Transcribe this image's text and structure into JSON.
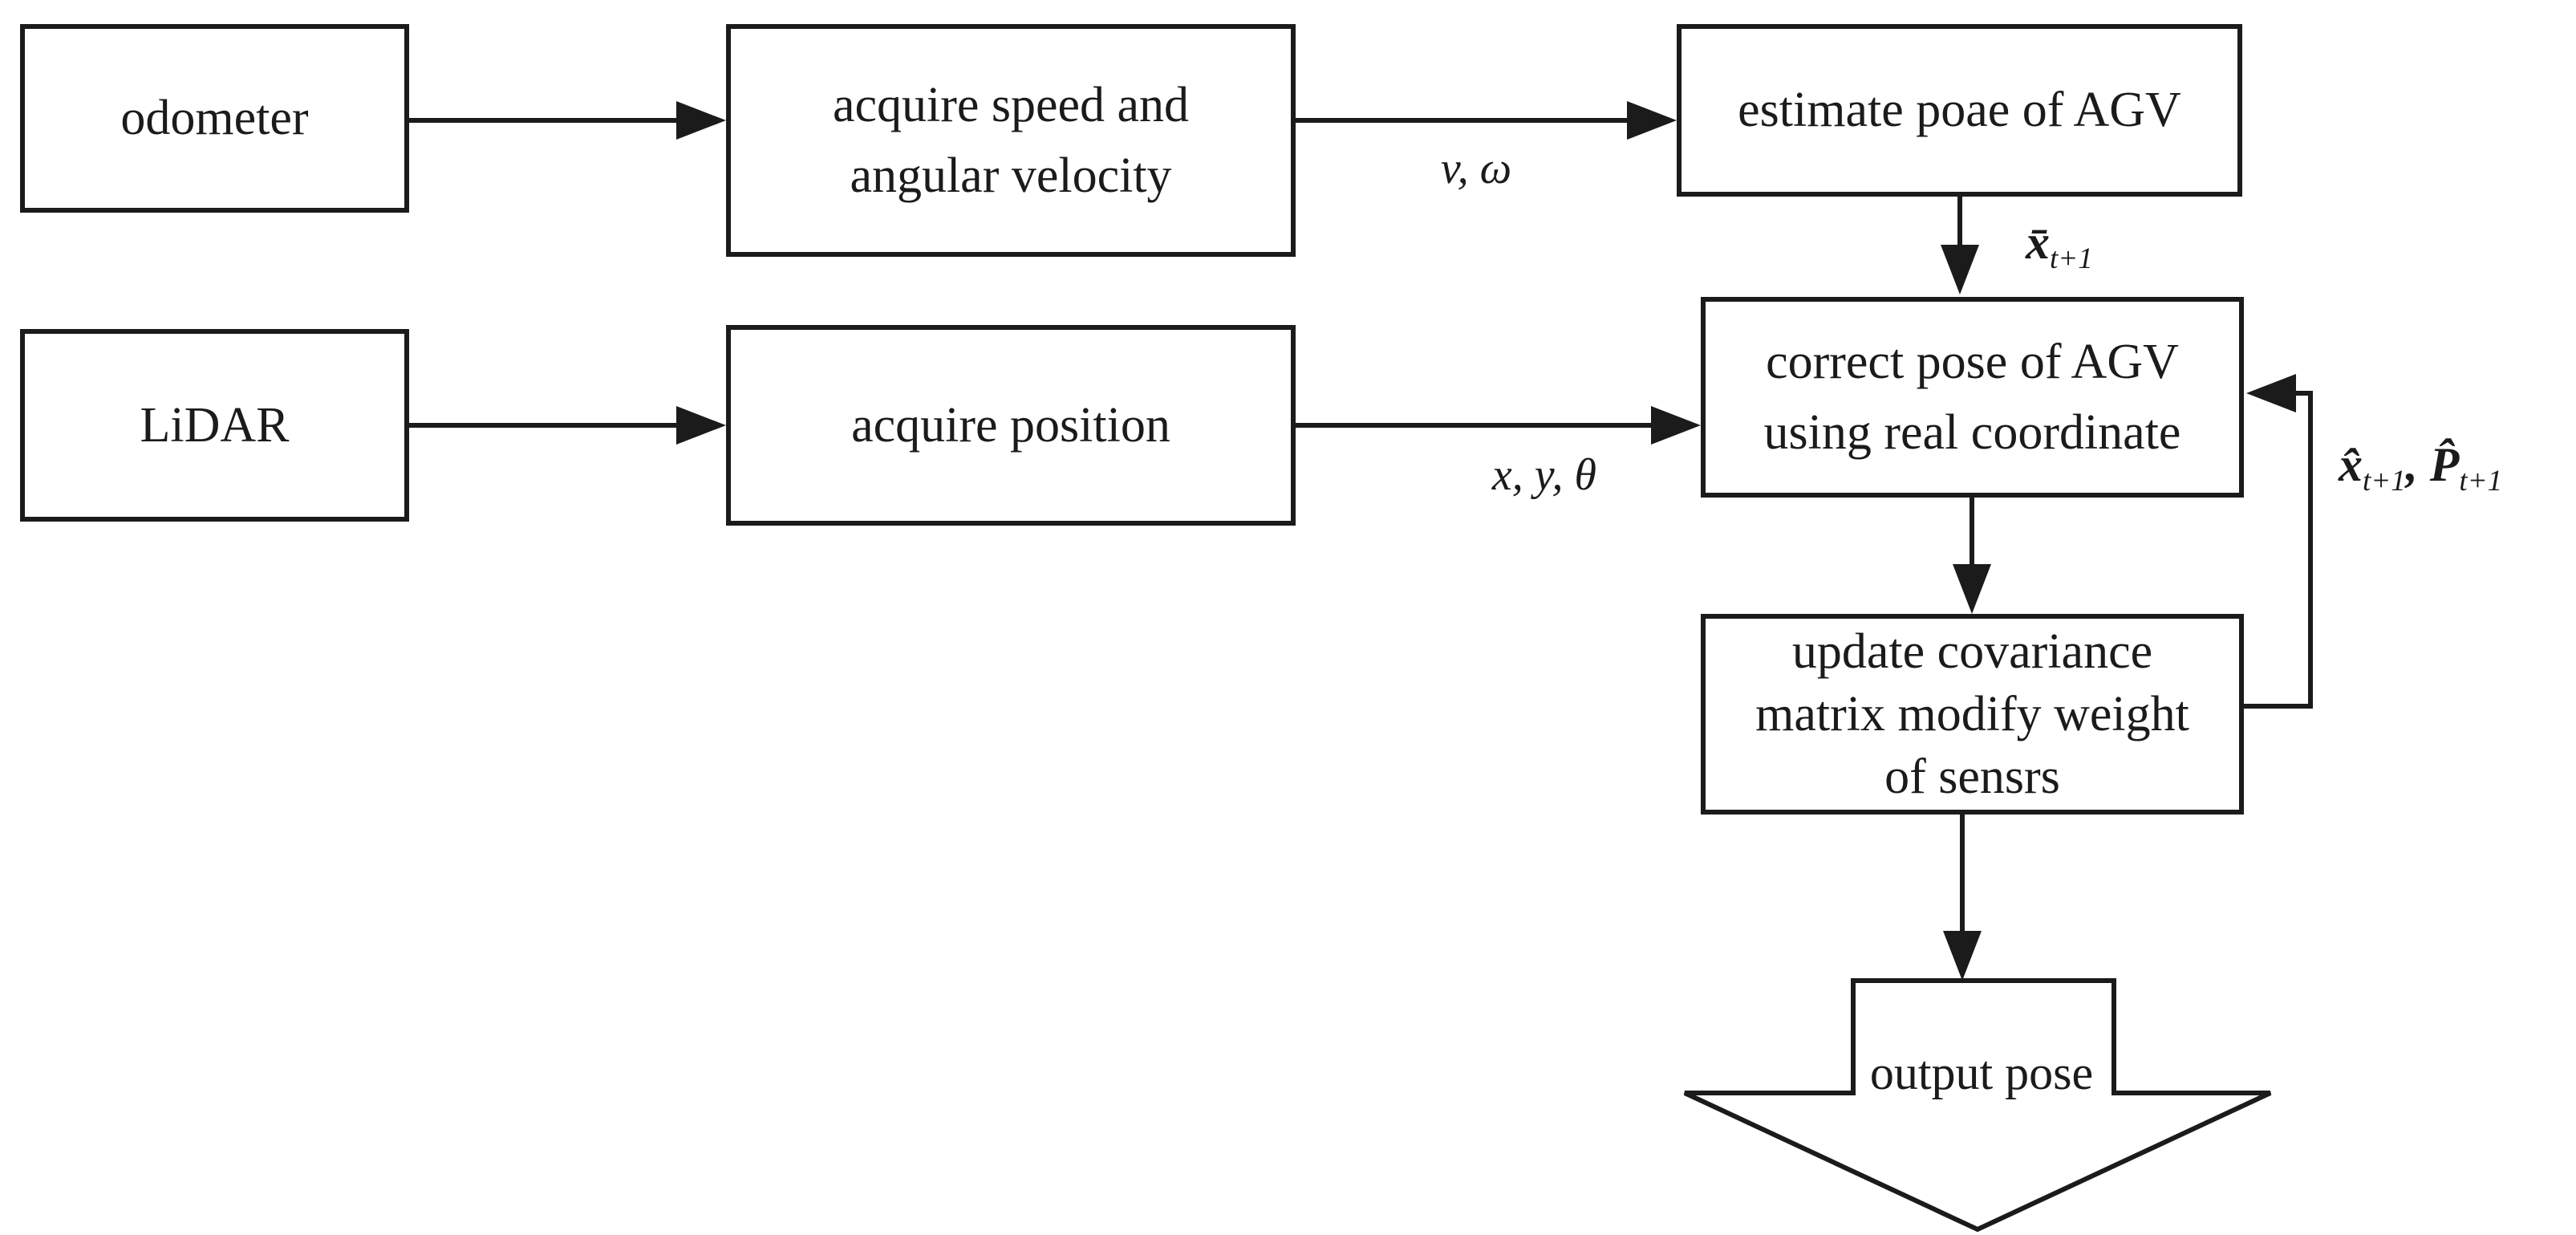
{
  "figure": {
    "background_color": "#ffffff",
    "ink_color": "#1b1b1b"
  },
  "nodes": {
    "odometer": {
      "label": "odometer"
    },
    "acquire_speed": {
      "label": "acquire speed and\nangular velocity"
    },
    "estimate_pose": {
      "label": "estimate poae of AGV"
    },
    "lidar": {
      "label": "LiDAR"
    },
    "acquire_position": {
      "label": "acquire position"
    },
    "correct_pose": {
      "label": "correct pose of AGV\nusing real coordinate"
    },
    "update_covariance": {
      "label": "update covariance\nmatrix modify weight\nof sensrs"
    },
    "output_pose": {
      "label": "output pose"
    }
  },
  "edge_labels": {
    "v_omega": "v, ω",
    "x_y_theta": "x, y, θ",
    "xbar": {
      "base": "x̄",
      "sub": "t+1"
    },
    "xhat_phat": {
      "base1": "x̂",
      "sub1": "t+1",
      "sep": ", ",
      "base2": "P̂",
      "sub2": "t+1"
    }
  }
}
